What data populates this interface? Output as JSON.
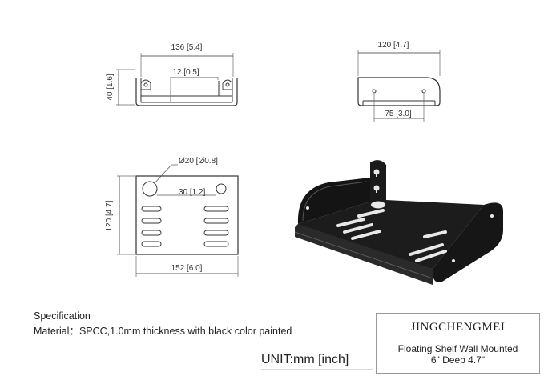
{
  "front_view": {
    "width_dim": "136 [5.4]",
    "inner_dim": "12 [0.5]",
    "height_dim": "40 [1.6]"
  },
  "side_view": {
    "width_dim": "120 [4.7]",
    "hole_dim": "75 [3.0]"
  },
  "top_view": {
    "hole_dia_dim": "Ø20 [Ø0.8]",
    "hole_spacing_dim": "30 [1.2]",
    "height_dim": "120 [4.7]",
    "width_dim": "152 [6.0]"
  },
  "specification": {
    "heading": "Specification",
    "material": "Material：SPCC,1.0mm thickness with black color painted"
  },
  "unit_label": "UNIT:mm [inch]",
  "title_block": {
    "brand": "JINGCHENGMEI",
    "product_line1": "Floating Shelf Wall Mounted",
    "product_line2": "6\" Deep 4.7\""
  },
  "colors": {
    "line": "#333333",
    "shelf_body": "#1a1a1a",
    "shelf_highlight": "#5a5a5a"
  }
}
